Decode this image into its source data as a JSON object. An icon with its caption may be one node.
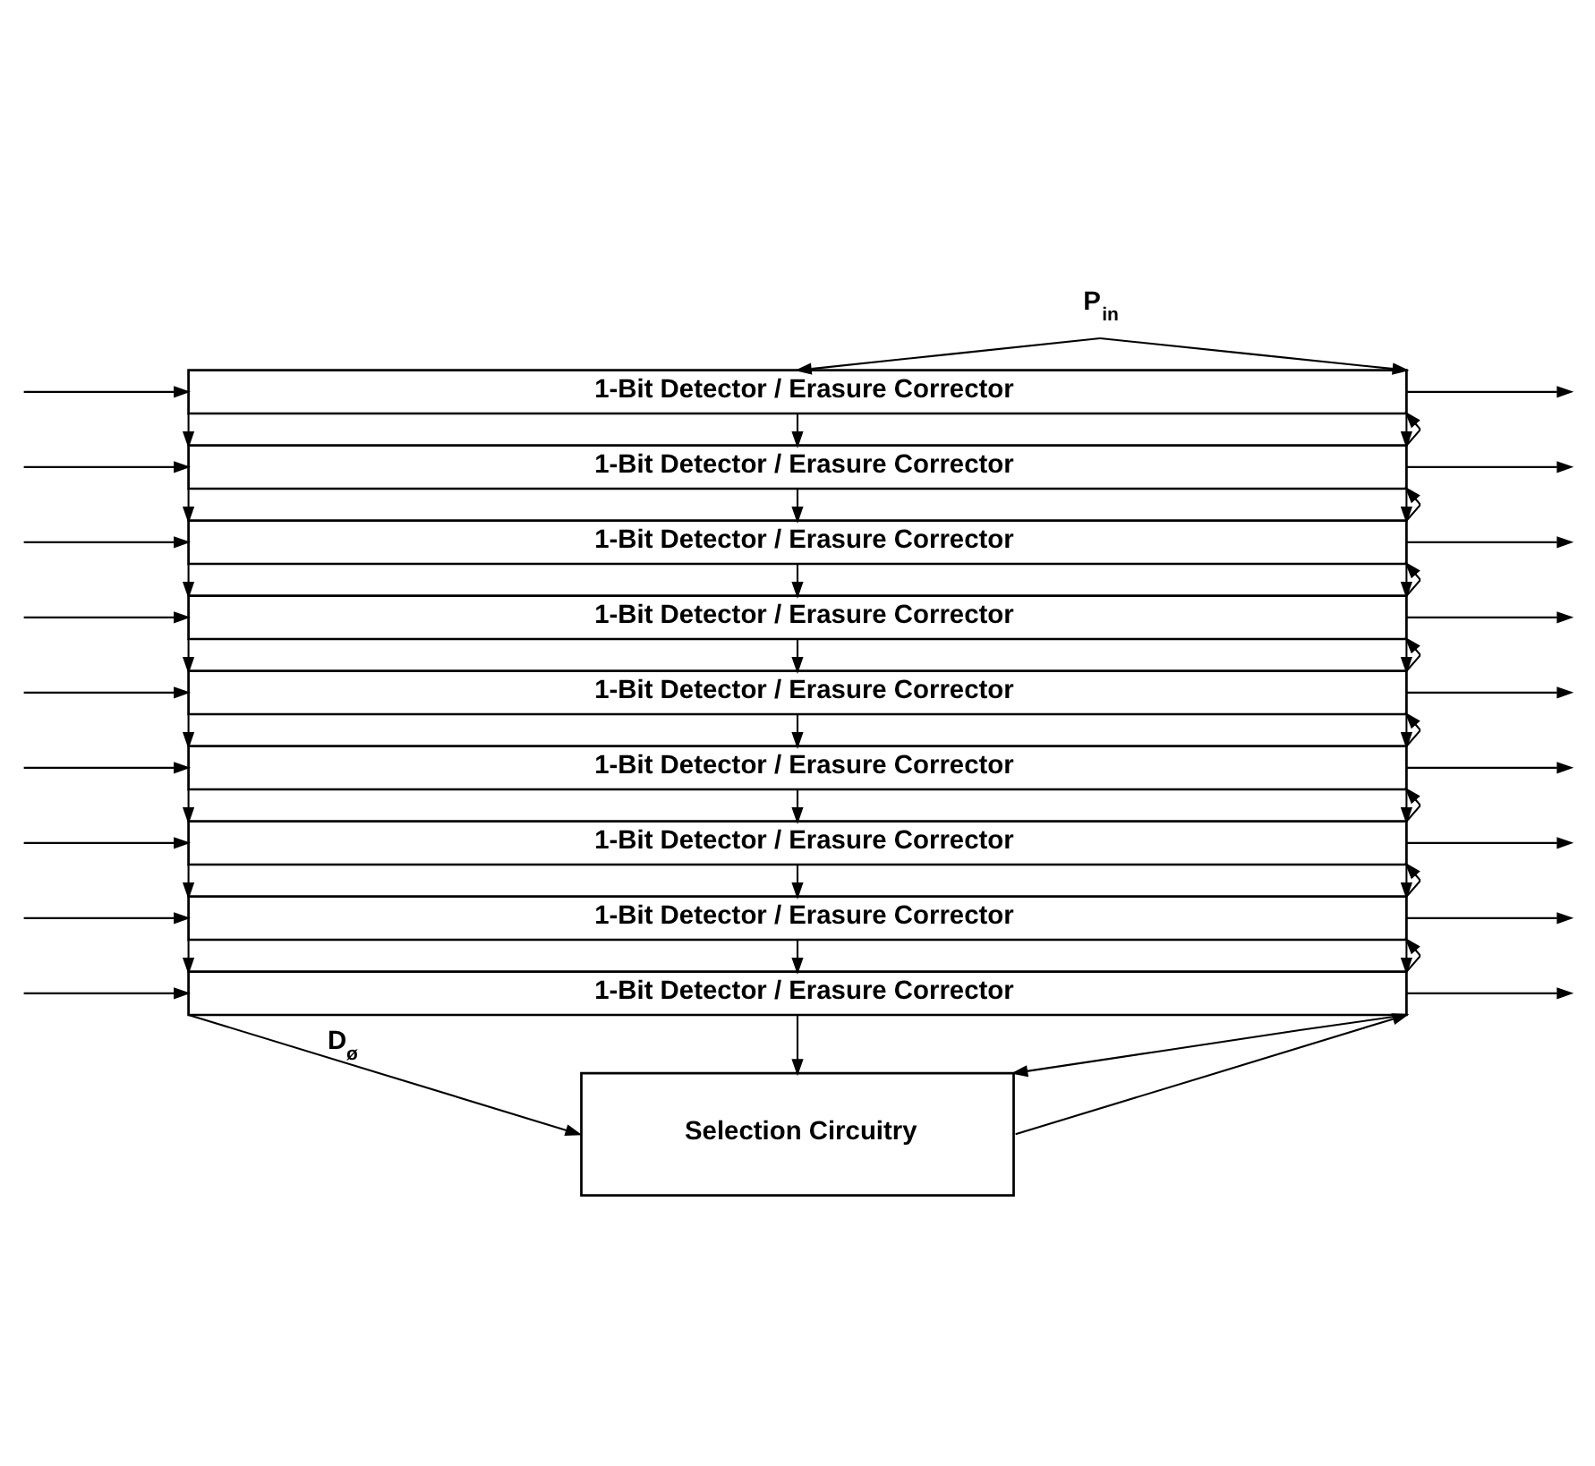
{
  "diagram": {
    "nodes": [
      {
        "text": [
          "P$_{in}$"
        ]
      },
      {
        "text": [
          "1-Bit Detector / Erasure Corrector"
        ]
      },
      {
        "text": [
          "1-Bit Detector / Erasure Corrector"
        ]
      },
      {
        "text": [
          "1-Bit Detector / Erasure Corrector"
        ]
      },
      {
        "text": [
          "1-Bit Detector / Erasure Corrector"
        ]
      },
      {
        "text": [
          "1-Bit Detector / Erasure Corrector"
        ]
      },
      {
        "text": [
          "1-Bit Detector / Erasure Corrector"
        ]
      },
      {
        "text": [
          "1-Bit Detector / Erasure Corrector"
        ]
      },
      {
        "text": [
          "1-Bit Detector / Erasure Corrector"
        ]
      },
      {
        "text": [
          "1-Bit Detector / Erasure Corrector"
        ]
      },
      {
        "text": [
          "Selection Circuitry"
        ]
      }
    ],
    "edges": [
      {
        "from": 0,
        "to": 1,
        "arrow": "to"
      },
      {
        "from": 0,
        "to": 1,
        "arrow": "to"
      },
      {
        "from": null,
        "to": 1,
        "arrow": "to"
      },
      {
        "from": null,
        "to": 2,
        "arrow": "to"
      },
      {
        "from": null,
        "to": 3,
        "arrow": "to"
      },
      {
        "from": null,
        "to": 4,
        "arrow": "to"
      },
      {
        "from": null,
        "to": 5,
        "arrow": "to"
      },
      {
        "from": null,
        "to": 6,
        "arrow": "to"
      },
      {
        "from": null,
        "to": 7,
        "arrow": "to"
      },
      {
        "from": null,
        "to": 8,
        "arrow": "to"
      },
      {
        "from": null,
        "to": 9,
        "arrow": "to"
      },
      {
        "from": 1,
        "to": null,
        "arrow": "to"
      },
      {
        "from": 1,
        "to": 2,
        "arrow": "to"
      },
      {
        "from": 1,
        "to": 2,
        "arrow": "to"
      },
      {
        "from": 1,
        "to": 2,
        "arrow": "to"
      },
      {
        "from": 2,
        "to": 1,
        "arrow": "to"
      },
      {
        "from": 2,
        "to": null,
        "arrow": "to"
      },
      {
        "from": 2,
        "to": 3,
        "arrow": "to"
      },
      {
        "from": 2,
        "to": 3,
        "arrow": "to"
      },
      {
        "from": 2,
        "to": 3,
        "arrow": "to"
      },
      {
        "from": 3,
        "to": 2,
        "arrow": "to"
      },
      {
        "from": 3,
        "to": null,
        "arrow": "to"
      },
      {
        "from": 3,
        "to": 4,
        "arrow": "to"
      },
      {
        "from": 3,
        "to": 4,
        "arrow": "to"
      },
      {
        "from": 3,
        "to": 4,
        "arrow": "to"
      },
      {
        "from": 4,
        "to": 3,
        "arrow": "to"
      },
      {
        "from": 4,
        "to": null,
        "arrow": "to"
      },
      {
        "from": 4,
        "to": 5,
        "arrow": "to"
      },
      {
        "from": 4,
        "to": 5,
        "arrow": "to"
      },
      {
        "from": 4,
        "to": 5,
        "arrow": "to"
      },
      {
        "from": 5,
        "to": 4,
        "arrow": "to"
      },
      {
        "from": 5,
        "to": null,
        "arrow": "to"
      },
      {
        "from": 5,
        "to": 6,
        "arrow": "to"
      },
      {
        "from": 5,
        "to": 6,
        "arrow": "to"
      },
      {
        "from": 5,
        "to": 6,
        "arrow": "to"
      },
      {
        "from": 6,
        "to": 5,
        "arrow": "to"
      },
      {
        "from": 6,
        "to": null,
        "arrow": "to"
      },
      {
        "from": 6,
        "to": 7,
        "arrow": "to"
      },
      {
        "from": 6,
        "to": 7,
        "arrow": "to"
      },
      {
        "from": 6,
        "to": 7,
        "arrow": "to"
      },
      {
        "from": 7,
        "to": 6,
        "arrow": "to"
      },
      {
        "from": 7,
        "to": null,
        "arrow": "to"
      },
      {
        "from": 7,
        "to": 8,
        "arrow": "to"
      },
      {
        "from": 7,
        "to": 8,
        "arrow": "to"
      },
      {
        "from": 7,
        "to": 8,
        "arrow": "to"
      },
      {
        "from": 8,
        "to": 7,
        "arrow": "to"
      },
      {
        "from": 8,
        "to": null,
        "arrow": "to"
      },
      {
        "from": 8,
        "to": 9,
        "arrow": "to"
      },
      {
        "from": 8,
        "to": 9,
        "arrow": "to"
      },
      {
        "from": 8,
        "to": 9,
        "arrow": "to"
      },
      {
        "from": 9,
        "to": 8,
        "arrow": "to"
      },
      {
        "from": 9,
        "to": null,
        "arrow": "to"
      },
      {
        "from": 9,
        "to": 10,
        "label": "D$_{ø}$",
        "arrow": "to"
      },
      {
        "from": 9,
        "to": 10,
        "arrow": "to"
      },
      {
        "from": 9,
        "to": 10,
        "arrow": "to"
      },
      {
        "from": 10,
        "to": 9,
        "arrow": "to"
      }
    ]
  }
}
